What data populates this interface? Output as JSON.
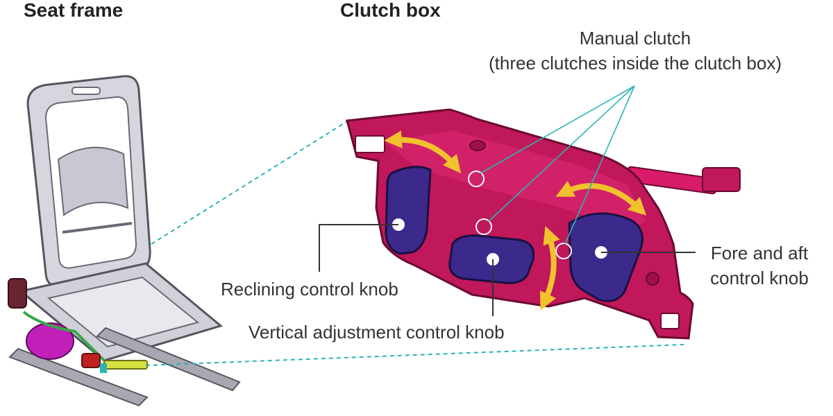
{
  "headings": {
    "seat_frame": "Seat frame",
    "clutch_box": "Clutch box"
  },
  "callouts": {
    "manual_clutch_line1": "Manual clutch",
    "manual_clutch_line2": "(three clutches inside the clutch box)",
    "reclining": "Reclining control knob",
    "vertical": "Vertical adjustment control knob",
    "fore_aft_line1": "Fore and aft",
    "fore_aft_line2": "control knob"
  },
  "colors": {
    "clutch_box_body": "#c0185a",
    "knob": "#3b2a8c",
    "arrow": "#f2c12e",
    "leader_line": "#2bb3b3",
    "frame": "#c8c8d0",
    "frame_outline": "#55555e",
    "text": "#333333"
  }
}
